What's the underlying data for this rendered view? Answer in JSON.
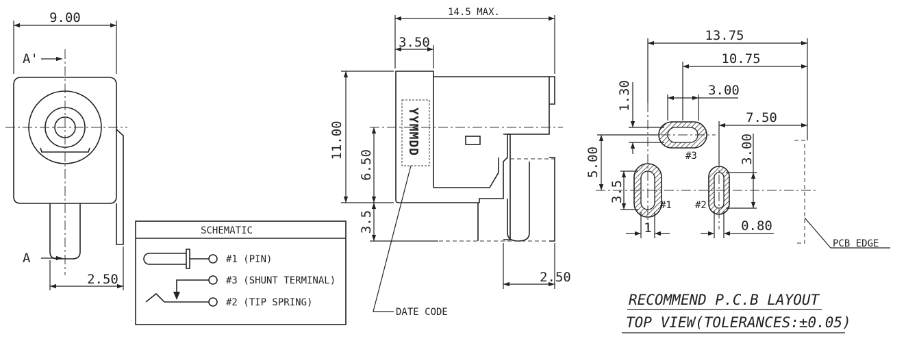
{
  "front_view": {
    "width_dim": "9.00",
    "pin_offset_dim": "2.50",
    "section_label_top": "A'",
    "section_label_bottom": "A"
  },
  "schematic": {
    "title": "SCHEMATIC",
    "pins": [
      {
        "label": "#1  (PIN)"
      },
      {
        "label": "#3  (SHUNT TERMINAL)"
      },
      {
        "label": "#2  (TIP SPRING)"
      }
    ]
  },
  "side_view": {
    "length_dim": "14.5 MAX.",
    "front_dim": "3.50",
    "height_dim": "11.00",
    "center_height_dim": "6.50",
    "pin_length_dim": "3.5",
    "pin_spacing_dim": "2.50",
    "date_code_text": "YYMMDD",
    "date_code_label": "DATE CODE"
  },
  "pcb_layout": {
    "dims": {
      "overall": "13.75",
      "second": "10.75",
      "slot_length": "3.00",
      "slot_height": "1.30",
      "edge_offset": "7.50",
      "vertical_offset": "5.00",
      "pin2_height": "3.00",
      "pin1_height": "3.5",
      "pin1_width": "1",
      "pin2_width": "0.80"
    },
    "pad_labels": {
      "pin1": "#1",
      "pin2": "#2",
      "pin3": "#3"
    },
    "pcb_edge_label": "PCB EDGE",
    "title_line1": "RECOMMEND  P.C.B  LAYOUT",
    "title_line2": "TOP  VIEW(TOLERANCES:±0.05)"
  }
}
